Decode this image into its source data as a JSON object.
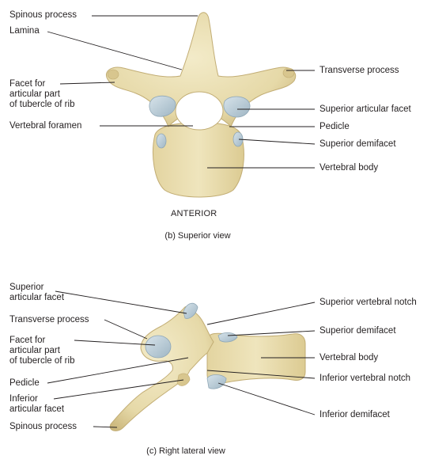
{
  "superior_view": {
    "labels_left": {
      "spinous_process": "Spinous process",
      "lamina": "Lamina",
      "facet_rib": "Facet for\narticular part\nof tubercle of rib",
      "vertebral_foramen": "Vertebral foramen"
    },
    "labels_right": {
      "transverse_process": "Transverse process",
      "superior_articular_facet": "Superior articular facet",
      "pedicle": "Pedicle",
      "superior_demifacet": "Superior demifacet",
      "vertebral_body": "Vertebral body"
    },
    "orientation": "ANTERIOR",
    "caption": "(b) Superior view"
  },
  "lateral_view": {
    "labels_left": {
      "superior_articular_facet": "Superior\narticular facet",
      "transverse_process": "Transverse process",
      "facet_rib": "Facet for\narticular part\nof tubercle of rib",
      "pedicle": "Pedicle",
      "inferior_articular_facet": "Inferior\narticular facet",
      "spinous_process": "Spinous process"
    },
    "labels_right": {
      "superior_vertebral_notch": "Superior vertebral notch",
      "superior_demifacet": "Superior demifacet",
      "vertebral_body": "Vertebral body",
      "inferior_vertebral_notch": "Inferior vertebral notch",
      "inferior_demifacet": "Inferior demifacet"
    },
    "caption": "(c) Right lateral view"
  },
  "colors": {
    "bone": "#eadfb4",
    "bone_shadow": "#d2c08a",
    "bone_edge": "#c2ad74",
    "cartilage": "#b9cbd6",
    "cartilage_edge": "#8fa7b6",
    "leader": "#231f20"
  }
}
